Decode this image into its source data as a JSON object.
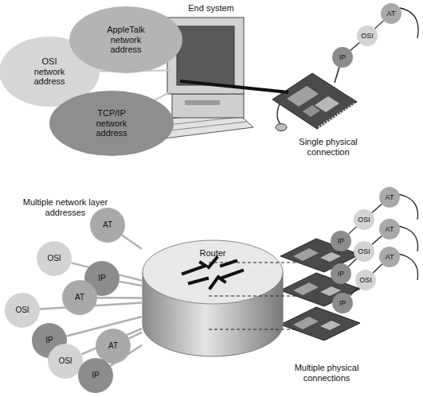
{
  "diagram": {
    "nodes": [
      {
        "text": [
          "End system"
        ]
      },
      {
        "text": [
          "AppleTalk network address"
        ]
      },
      {
        "text": [
          "OSI network address"
        ]
      },
      {
        "text": [
          "TCP/IP network address"
        ]
      },
      {
        "text": [
          "IP"
        ]
      },
      {
        "text": [
          "OSI"
        ]
      },
      {
        "text": [
          "AT"
        ]
      },
      {
        "text": [
          "AT"
        ]
      },
      {
        "text": [
          "OSI"
        ]
      },
      {
        "text": [
          "IP"
        ]
      },
      {
        "text": [
          "AT"
        ]
      },
      {
        "text": [
          "OSI"
        ]
      },
      {
        "text": [
          "IP"
        ]
      },
      {
        "text": [
          "AT"
        ]
      },
      {
        "text": [
          "OSI"
        ]
      },
      {
        "text": [
          "IP"
        ]
      },
      {
        "text": [
          "Router"
        ]
      },
      {
        "text": [
          "AT"
        ]
      },
      {
        "text": [
          "OSI"
        ]
      },
      {
        "text": [
          "IP"
        ]
      },
      {
        "text": [
          "AT"
        ]
      },
      {
        "text": [
          "OSI"
        ]
      },
      {
        "text": [
          "IP"
        ]
      },
      {
        "text": [
          "AT"
        ]
      },
      {
        "text": [
          "OSI"
        ]
      },
      {
        "text": [
          "IP"
        ]
      }
    ],
    "edges": [
      {
        "from": 1,
        "to": 0,
        "arrow": "none"
      },
      {
        "from": 2,
        "to": 0,
        "arrow": "none"
      },
      {
        "from": 3,
        "to": 0,
        "arrow": "none"
      },
      {
        "from": 4,
        "to": 5,
        "arrow": "none"
      },
      {
        "from": 5,
        "to": 6,
        "arrow": "none"
      },
      {
        "from": 7,
        "to": 16,
        "arrow": "none"
      },
      {
        "from": 8,
        "to": 16,
        "arrow": "none"
      },
      {
        "from": 9,
        "to": 16,
        "arrow": "none"
      },
      {
        "from": 10,
        "to": 16,
        "arrow": "none"
      },
      {
        "from": 11,
        "to": 16,
        "arrow": "none"
      },
      {
        "from": 12,
        "to": 16,
        "arrow": "none"
      },
      {
        "from": 13,
        "to": 16,
        "arrow": "none"
      },
      {
        "from": 14,
        "to": 16,
        "arrow": "none"
      },
      {
        "from": 15,
        "to": 16,
        "arrow": "none"
      },
      {
        "from": 19,
        "to": 18,
        "arrow": "none"
      },
      {
        "from": 18,
        "to": 17,
        "arrow": "none"
      },
      {
        "from": 22,
        "to": 21,
        "arrow": "none"
      },
      {
        "from": 21,
        "to": 20,
        "arrow": "none"
      },
      {
        "from": 25,
        "to": 24,
        "arrow": "none"
      },
      {
        "from": 24,
        "to": 23,
        "arrow": "none"
      }
    ],
    "labels": [
      "Single physical connection",
      "Multiple network layer addresses",
      "Multiple physical connections"
    ]
  }
}
